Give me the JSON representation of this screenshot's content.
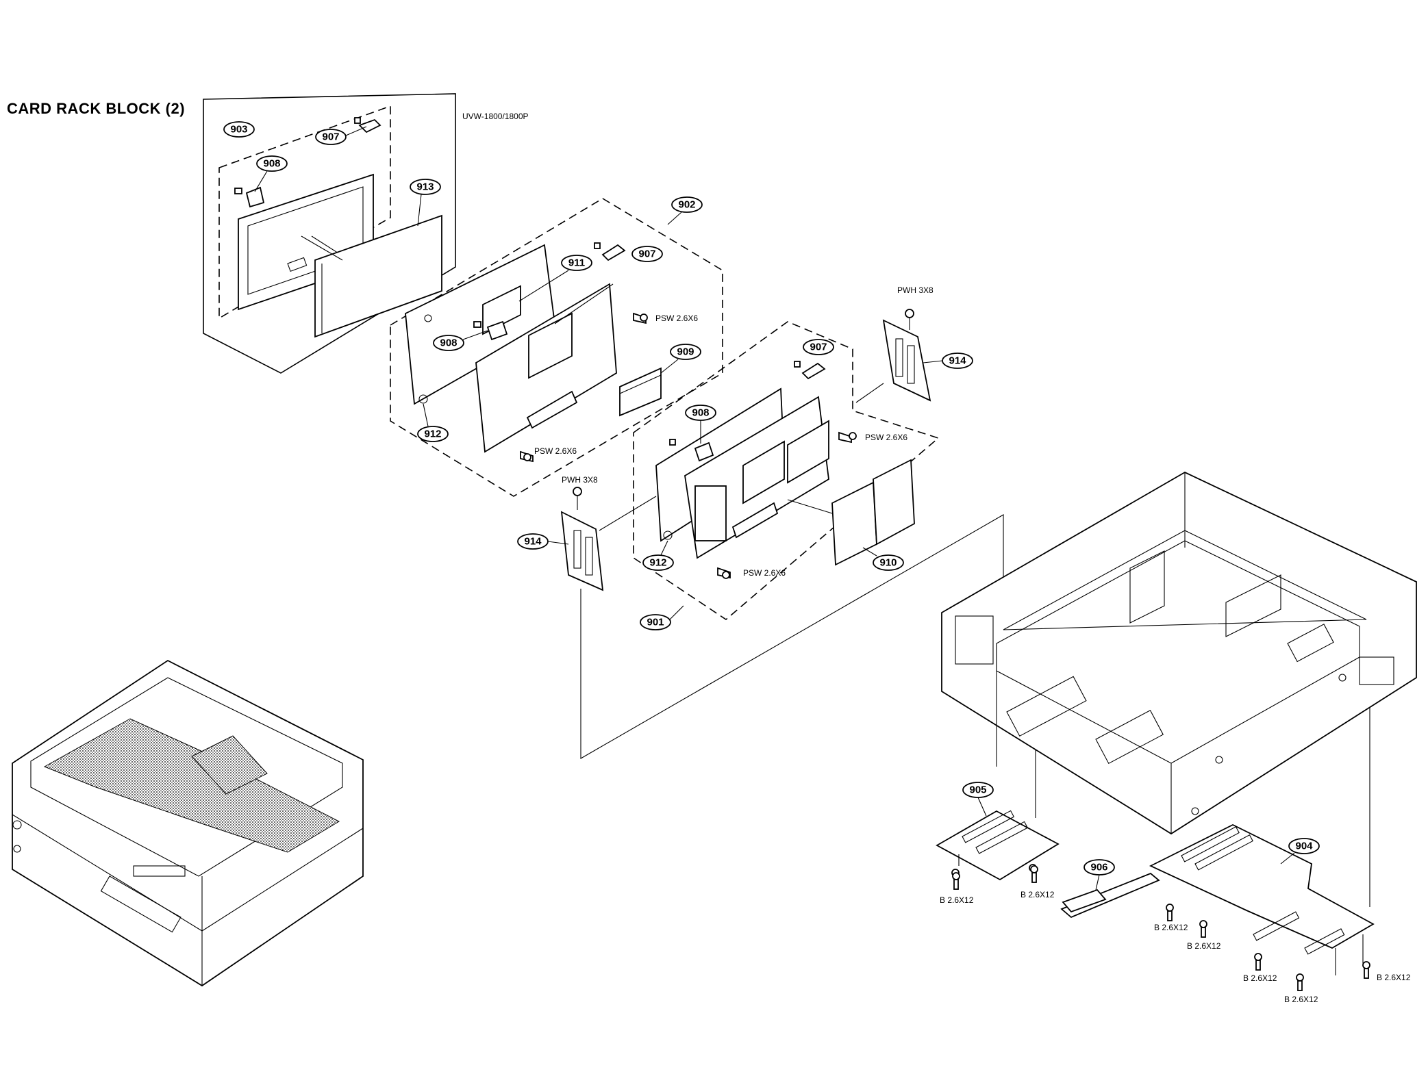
{
  "title": "CARD RACK BLOCK (2)",
  "model_note": "UVW-1800/1800P",
  "part_labels": {
    "p901": "901",
    "p902": "902",
    "p903": "903",
    "p904": "904",
    "p905": "905",
    "p906": "906",
    "p907a": "907",
    "p907b": "907",
    "p907c": "907",
    "p908a": "908",
    "p908b": "908",
    "p908c": "908",
    "p909": "909",
    "p910": "910",
    "p911": "911",
    "p912a": "912",
    "p912b": "912",
    "p913": "913",
    "p914a": "914",
    "p914b": "914"
  },
  "screw_labels": {
    "pwh_top": "PWH 3X8",
    "pwh_left": "PWH 3X8",
    "psw_a": "PSW 2.6X6",
    "psw_b": "PSW 2.6X6",
    "psw_c": "PSW 2.6X6",
    "psw_d": "PSW 2.6X6",
    "b_a": "B 2.6X12",
    "b_b": "B 2.6X12",
    "b_c": "B 2.6X12",
    "b_d": "B 2.6X12",
    "b_e": "B 2.6X12",
    "b_f": "B 2.6X12",
    "b_g": "B 2.6X12"
  }
}
